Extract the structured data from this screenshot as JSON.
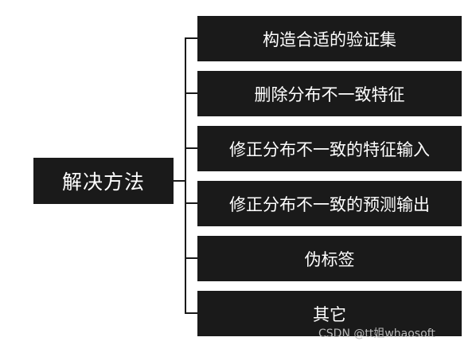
{
  "diagram": {
    "root": "解决方法",
    "branches": [
      "构造合适的验证集",
      "删除分布不一致特征",
      "修正分布不一致的特征输入",
      "修正分布不一致的预测输出",
      "伪标签",
      "其它"
    ]
  },
  "watermark": "CSDN @tt姐whaosoft",
  "colors": {
    "box_fill": "#1a1a1a",
    "box_text": "#ffffff",
    "connector": "#1a1a1a",
    "watermark": "#b9b9b9"
  }
}
